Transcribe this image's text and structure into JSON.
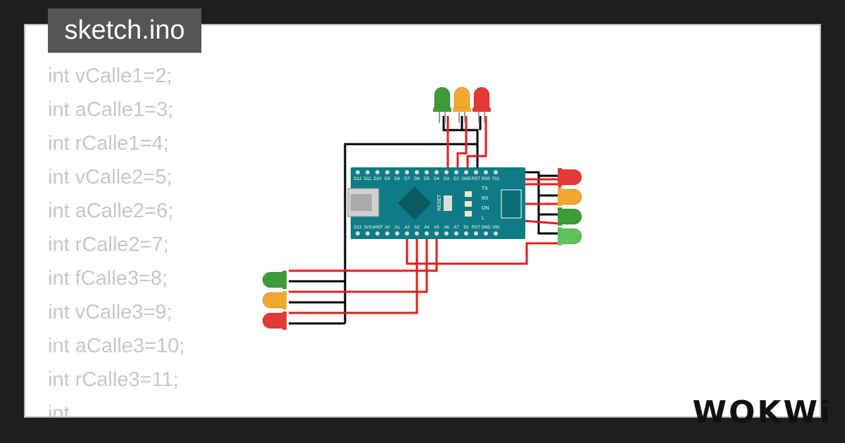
{
  "tab": {
    "filename": "sketch.ino"
  },
  "code_lines": [
    "int vCalle1=2;",
    "int aCalle1=3;",
    "int rCalle1=4;",
    "int vCalle2=5;",
    "int aCalle2=6;",
    "int rCalle2=7;",
    "int fCalle3=8;",
    "int vCalle3=9;",
    "int aCalle3=10;",
    "int rCalle3=11;",
    "int ..."
  ],
  "board": {
    "top_pins": [
      "D12",
      "D11",
      "D10",
      "D9",
      "D8",
      "D7",
      "D6",
      "D5",
      "D4",
      "D3",
      "D2",
      "GND",
      "RST",
      "RX0",
      "TX1"
    ],
    "bottom_pins": [
      "D13",
      "3V3",
      "AREF",
      "A0",
      "A1",
      "A2",
      "A3",
      "A4",
      "A5",
      "A6",
      "A7",
      "5V",
      "RST",
      "GND",
      "VIN"
    ],
    "labels": {
      "reset": "RESET",
      "tx": "TX",
      "rx": "RX",
      "on": "ON",
      "l": "L"
    }
  },
  "leds": {
    "top_group": [
      "green",
      "yellow",
      "red"
    ],
    "right_group": [
      "red",
      "yellow",
      "green",
      "green"
    ],
    "left_group": [
      "green",
      "yellow",
      "red"
    ]
  },
  "colors": {
    "wire_red": "#e51c1c",
    "wire_black": "#000000",
    "board": "#0e7c86",
    "led_red": "#e53935",
    "led_yellow": "#f0a92c",
    "led_green": "#3d9b3a",
    "led_light_green": "#5fc35a"
  },
  "brand": {
    "logo": "WOKWi"
  }
}
